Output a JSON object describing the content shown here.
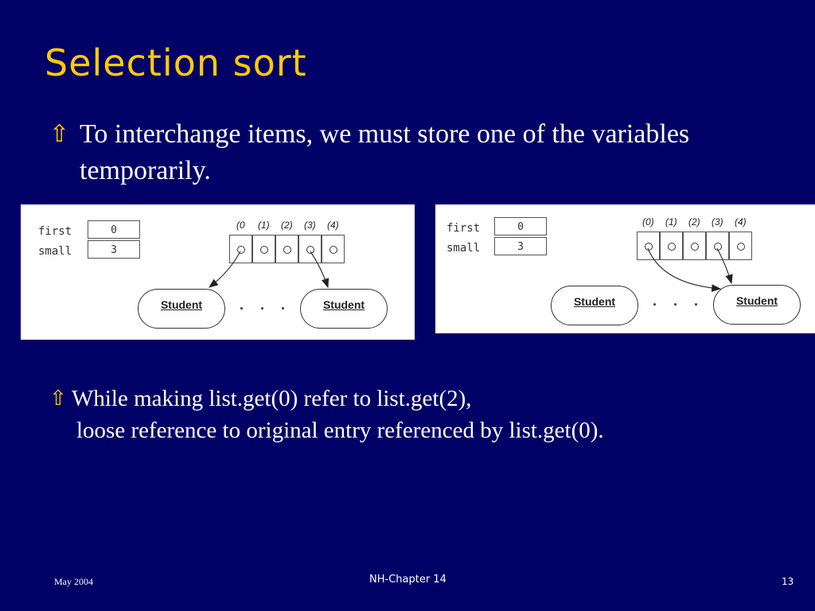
{
  "slide": {
    "title": "Selection sort",
    "bullet1": "To interchange items, we must store one of the variables temporarily.",
    "bullet2_line1": "While making list.get(0) refer to list.get(2),",
    "bullet2_line2": "loose reference to original entry referenced by list.get(0).",
    "bullet_icon": "⇧",
    "colors": {
      "background": "#000066",
      "title": "#ffcc00",
      "bullet_icon": "#ffcc00",
      "text": "#ffffff"
    }
  },
  "diagrams": [
    {
      "vars": [
        {
          "label": "first",
          "value": "0"
        },
        {
          "label": "small",
          "value": "3"
        }
      ],
      "indices": [
        "(0",
        "(1)",
        "(2)",
        "(3)",
        "(4)"
      ],
      "objects": [
        "Student",
        "Student"
      ],
      "ellipsis": ". . ."
    },
    {
      "vars": [
        {
          "label": "first",
          "value": "0"
        },
        {
          "label": "small",
          "value": "3"
        }
      ],
      "indices": [
        "(0)",
        "(1)",
        "(2)",
        "(3)",
        "(4)"
      ],
      "objects": [
        "Student",
        "Student"
      ],
      "ellipsis": ". . ."
    }
  ],
  "footer": {
    "date": "May 2004",
    "chapter": "NH-Chapter 14",
    "page": "13"
  }
}
